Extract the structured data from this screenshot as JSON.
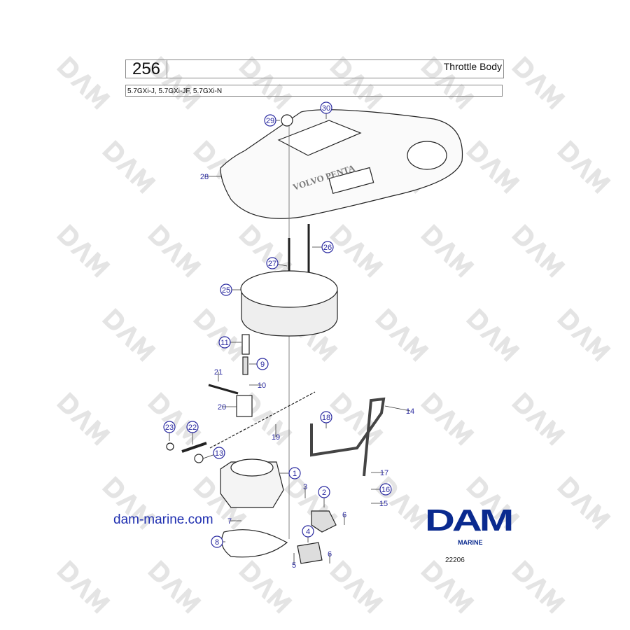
{
  "header": {
    "page_number": "256",
    "title": "Throttle Body",
    "models": "5.7GXi-J, 5.7GXi-JF, 5.7GXi-N"
  },
  "watermark": "DAM",
  "cover_lettering": "VOLVO PENTA",
  "callouts": [
    {
      "label": "29",
      "circled": true
    },
    {
      "label": "30",
      "circled": true
    },
    {
      "label": "28",
      "circled": false
    },
    {
      "label": "26",
      "circled": true
    },
    {
      "label": "27",
      "circled": true
    },
    {
      "label": "25",
      "circled": true
    },
    {
      "label": "11",
      "circled": true
    },
    {
      "label": "9",
      "circled": true
    },
    {
      "label": "21",
      "circled": false
    },
    {
      "label": "10",
      "circled": false
    },
    {
      "label": "20",
      "circled": false
    },
    {
      "label": "19",
      "circled": false
    },
    {
      "label": "18",
      "circled": true
    },
    {
      "label": "14",
      "circled": false
    },
    {
      "label": "23",
      "circled": true
    },
    {
      "label": "22",
      "circled": true
    },
    {
      "label": "13",
      "circled": true
    },
    {
      "label": "1",
      "circled": true
    },
    {
      "label": "17",
      "circled": false
    },
    {
      "label": "3",
      "circled": false
    },
    {
      "label": "2",
      "circled": true
    },
    {
      "label": "16",
      "circled": true
    },
    {
      "label": "15",
      "circled": false
    },
    {
      "label": "6",
      "circled": false
    },
    {
      "label": "7",
      "circled": false
    },
    {
      "label": "4",
      "circled": true
    },
    {
      "label": "8",
      "circled": true
    },
    {
      "label": "5",
      "circled": false
    },
    {
      "label": "6",
      "circled": false
    }
  ],
  "footer": {
    "website": "dam-marine.com",
    "logo": "DAM",
    "logo_sub": "MARINE",
    "reference": "22206"
  },
  "colors": {
    "callout": "#2a2aa0",
    "logo": "#0a2a8f",
    "watermark": "#e4e4e4"
  }
}
